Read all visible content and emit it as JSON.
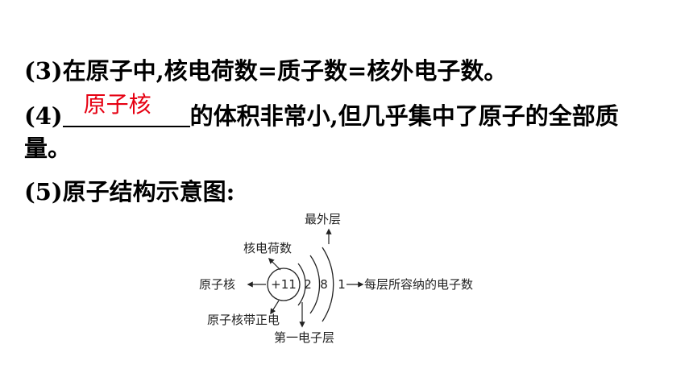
{
  "item3": {
    "number": "(3)",
    "text1": "在原子中",
    "comma": ",",
    "text2": "核电荷数=质子数=核外电子数。"
  },
  "item4": {
    "number": "(4)",
    "answer": "原子核",
    "text1": "的体积非常小",
    "comma": ",",
    "text2": "但几乎集中了原子的全部质",
    "text3": "量。"
  },
  "item5": {
    "number": "(5)",
    "text": "原子结构示意图:"
  },
  "diagram": {
    "nucleus_charge": "+11",
    "shells": [
      "2",
      "8",
      "1"
    ],
    "labels": {
      "outermost_shell": "最外层",
      "nuclear_charge": "核电荷数",
      "nucleus": "原子核",
      "electrons_per_shell": "每层所容纳的电子数",
      "nucleus_positive": "原子核带正电",
      "first_shell": "第一电子层"
    }
  }
}
